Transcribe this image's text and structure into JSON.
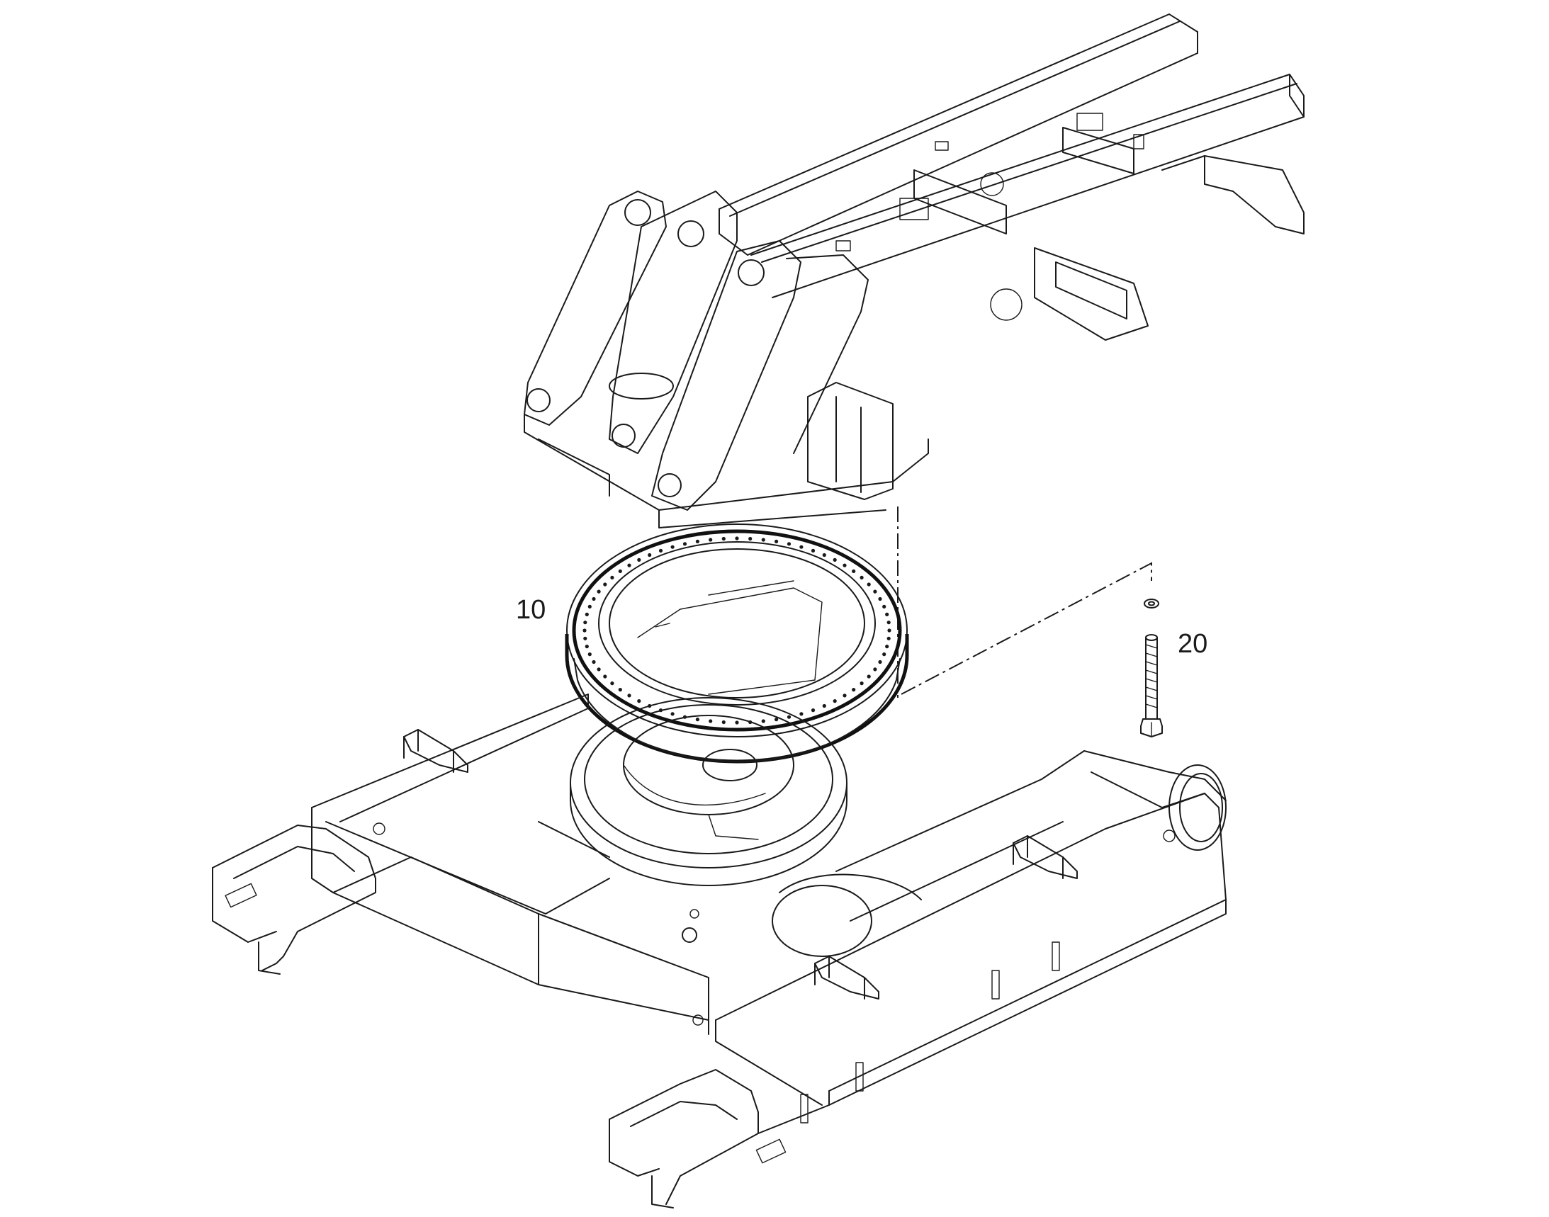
{
  "callouts": [
    {
      "id": "slewing-ring",
      "label": "10"
    },
    {
      "id": "bolt",
      "label": "20"
    }
  ]
}
